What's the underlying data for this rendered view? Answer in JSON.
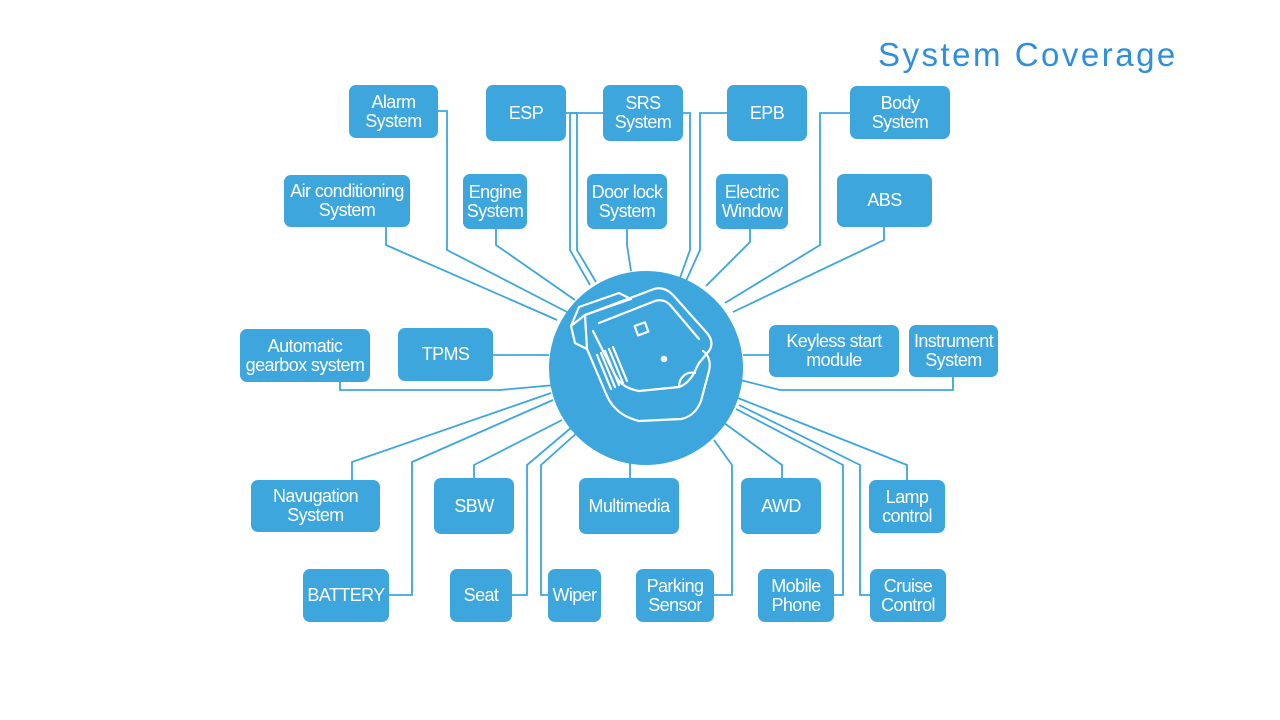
{
  "title": "System Coverage",
  "colors": {
    "box": "#3ca6dd",
    "line": "#3ca6dd",
    "title": "#2f8fdc",
    "hub": "#3ca6dd"
  },
  "hub": {
    "icon": "obd-scanner-device-icon"
  },
  "nodes": [
    {
      "id": "alarm",
      "label": "Alarm\nSystem"
    },
    {
      "id": "esp",
      "label": "ESP"
    },
    {
      "id": "srs",
      "label": "SRS\nSystem"
    },
    {
      "id": "epb",
      "label": "EPB"
    },
    {
      "id": "body",
      "label": "Body\nSystem"
    },
    {
      "id": "aircon",
      "label": "Air conditioning\nSystem"
    },
    {
      "id": "engine",
      "label": "Engine\nSystem"
    },
    {
      "id": "doorlock",
      "label": "Door lock\nSystem"
    },
    {
      "id": "window",
      "label": "Electric\nWindow"
    },
    {
      "id": "abs",
      "label": "ABS"
    },
    {
      "id": "gearbox",
      "label": "Automatic\ngearbox system"
    },
    {
      "id": "tpms",
      "label": "TPMS"
    },
    {
      "id": "keyless",
      "label": "Keyless start\nmodule"
    },
    {
      "id": "instrument",
      "label": "Instrument\nSystem"
    },
    {
      "id": "navigation",
      "label": "Navugation\nSystem"
    },
    {
      "id": "sbw",
      "label": "SBW"
    },
    {
      "id": "multimedia",
      "label": "Multimedia"
    },
    {
      "id": "awd",
      "label": "AWD"
    },
    {
      "id": "lamp",
      "label": "Lamp\ncontrol"
    },
    {
      "id": "battery",
      "label": "BATTERY"
    },
    {
      "id": "seat",
      "label": "Seat"
    },
    {
      "id": "wiper",
      "label": "Wiper"
    },
    {
      "id": "parking",
      "label": "Parking\nSensor"
    },
    {
      "id": "mobile",
      "label": "Mobile\nPhone"
    },
    {
      "id": "cruise",
      "label": "Cruise\nControl"
    }
  ],
  "edges": [
    [
      "hub",
      "alarm"
    ],
    [
      "hub",
      "esp"
    ],
    [
      "hub",
      "srs"
    ],
    [
      "hub",
      "epb"
    ],
    [
      "hub",
      "body"
    ],
    [
      "hub",
      "aircon"
    ],
    [
      "hub",
      "engine"
    ],
    [
      "hub",
      "doorlock"
    ],
    [
      "hub",
      "window"
    ],
    [
      "hub",
      "abs"
    ],
    [
      "hub",
      "gearbox"
    ],
    [
      "hub",
      "tpms"
    ],
    [
      "hub",
      "keyless"
    ],
    [
      "hub",
      "instrument"
    ],
    [
      "hub",
      "navigation"
    ],
    [
      "hub",
      "sbw"
    ],
    [
      "hub",
      "multimedia"
    ],
    [
      "hub",
      "awd"
    ],
    [
      "hub",
      "lamp"
    ],
    [
      "hub",
      "battery"
    ],
    [
      "hub",
      "seat"
    ],
    [
      "hub",
      "wiper"
    ],
    [
      "hub",
      "parking"
    ],
    [
      "hub",
      "mobile"
    ],
    [
      "hub",
      "cruise"
    ]
  ]
}
